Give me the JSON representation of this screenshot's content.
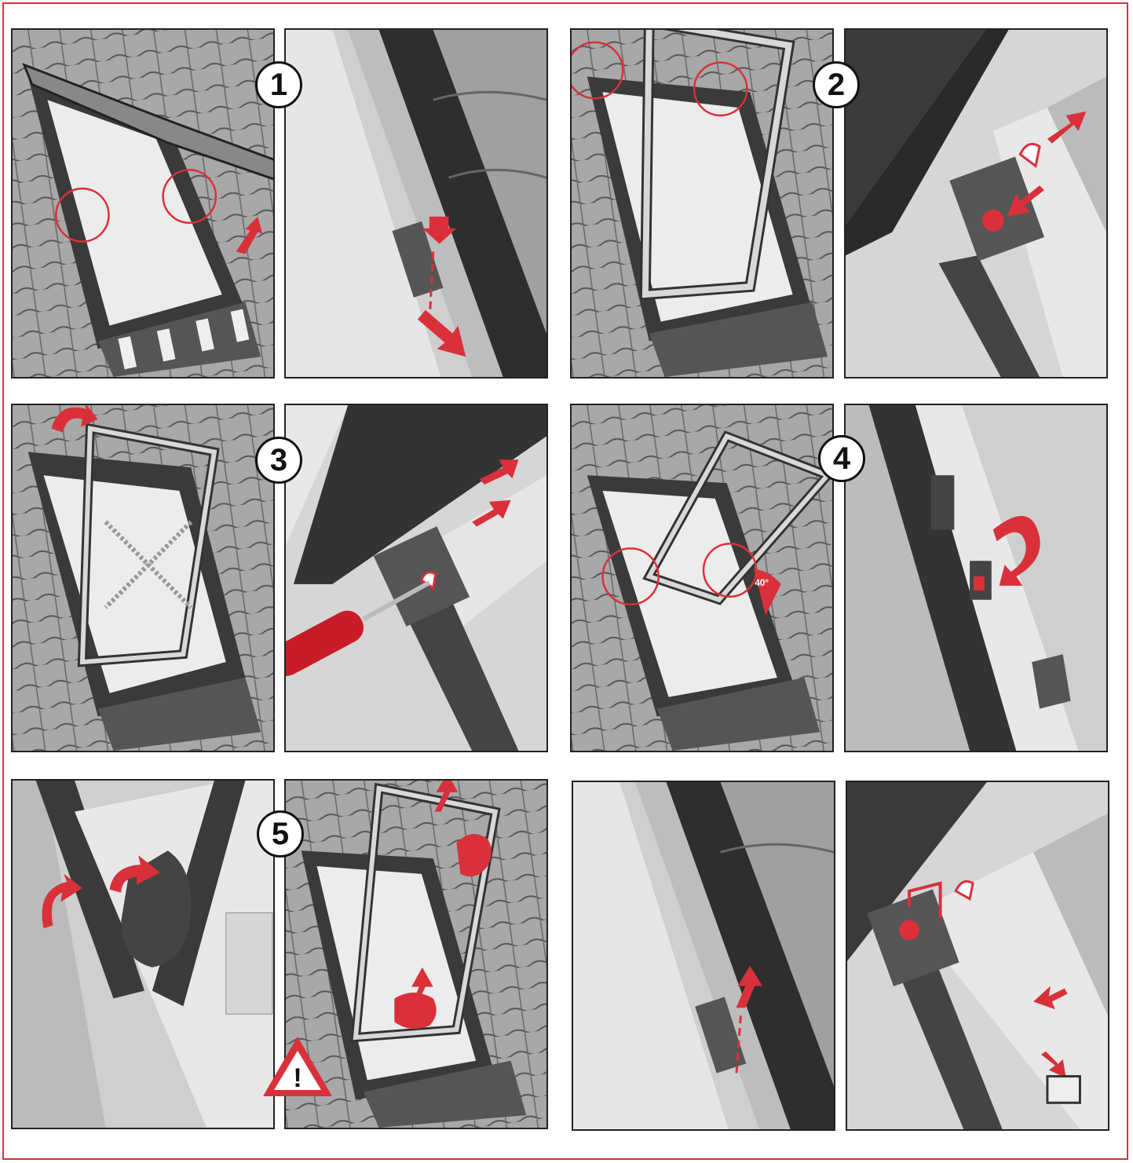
{
  "diagram": {
    "steps": [
      {
        "number": "1"
      },
      {
        "number": "2"
      },
      {
        "number": "3"
      },
      {
        "number": "4"
      },
      {
        "number": "5"
      }
    ],
    "warning_symbol": "!",
    "angle_label": "40°"
  },
  "colors": {
    "accent": "#d9303a",
    "frame": "#3a3a3a",
    "roof": "#9a9a9a",
    "glass": "#ececec"
  },
  "icons": [
    "arrow-icon",
    "magnify-circle-icon",
    "screwdriver-icon",
    "hand-icon",
    "warning-triangle-icon"
  ]
}
